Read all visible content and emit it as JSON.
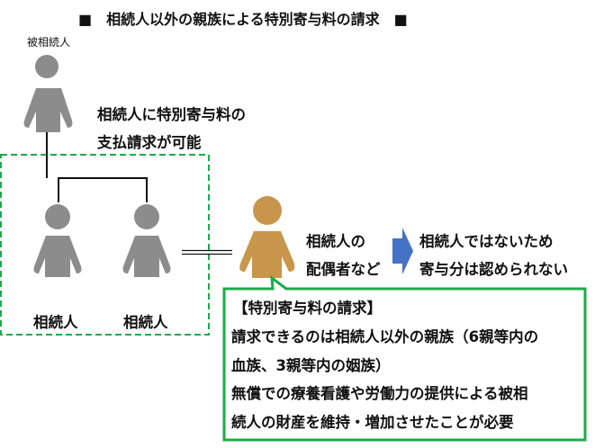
{
  "title": "■　相続人以外の親族による特別寄与料の請求　■",
  "decedent_label": "被相続人",
  "claim_note": [
    "相続人に特別寄与料の",
    "支払請求が可能"
  ],
  "heir_labels": [
    "相続人",
    "相続人"
  ],
  "spouse_label": [
    "相続人の",
    "配偶者など"
  ],
  "result_text": [
    "相続人ではないため",
    "寄与分は認められない"
  ],
  "callout": {
    "heading": "【特別寄与料の請求】",
    "lines": [
      "請求できるのは相続人以外の親族（6親等内の",
      "血族、3親等内の姻族）",
      "無償での療養看護や労働力の提供による被相",
      "続人の財産を維持・増加させたことが必要"
    ]
  },
  "colors": {
    "gray_person": "#8c8c8c",
    "brown_person": "#c8964b",
    "green": "#1fa94a",
    "arrow_blue": "#4472c4"
  }
}
